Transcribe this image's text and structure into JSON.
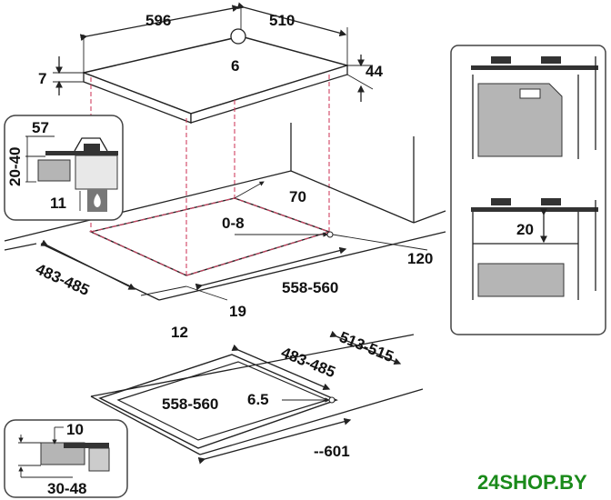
{
  "hob_dimensions": {
    "width": "596",
    "depth": "510",
    "detail_marker": "6",
    "glass_thickness": "7",
    "total_height": "44"
  },
  "side_detail": {
    "burner_height": "57",
    "drawer_gap": "20-40",
    "gas_inlet": "11"
  },
  "cutout": {
    "rear_clearance": "70",
    "tolerance": "0-8",
    "side_clearance": "120",
    "depth": "483-485",
    "width": "558-560",
    "front_offset": "19",
    "front_clearance": "12"
  },
  "oven_panel": {
    "gap": "20"
  },
  "flush_mount": {
    "outer_depth": "513-515",
    "depth": "483-485",
    "width": "558-560",
    "recess": "6.5",
    "outer_width": "--601"
  },
  "flush_detail": {
    "step": "10",
    "worktop_thickness": "30-48"
  },
  "watermark": "24SHOP.BY"
}
